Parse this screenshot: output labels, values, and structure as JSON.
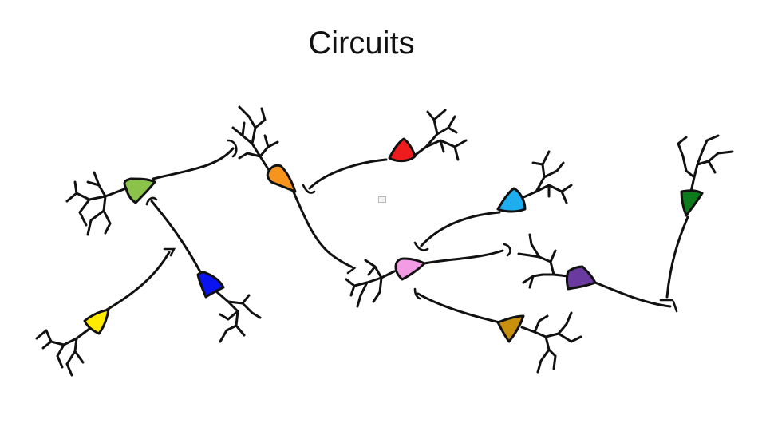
{
  "slide": {
    "title": "Circuits",
    "neurons": [
      {
        "id": "light-green",
        "color": "#8BC34A"
      },
      {
        "id": "orange",
        "color": "#F7941D"
      },
      {
        "id": "red",
        "color": "#EE1C1C"
      },
      {
        "id": "sky-blue",
        "color": "#1EAEEF"
      },
      {
        "id": "dark-green",
        "color": "#0F7A1C"
      },
      {
        "id": "yellow",
        "color": "#FFEB00"
      },
      {
        "id": "blue",
        "color": "#0A14F0"
      },
      {
        "id": "pink",
        "color": "#F49BE5"
      },
      {
        "id": "purple",
        "color": "#6B3AA0"
      },
      {
        "id": "gold",
        "color": "#C8900C"
      }
    ],
    "placeholder_icon": "picture-placeholder-icon"
  }
}
